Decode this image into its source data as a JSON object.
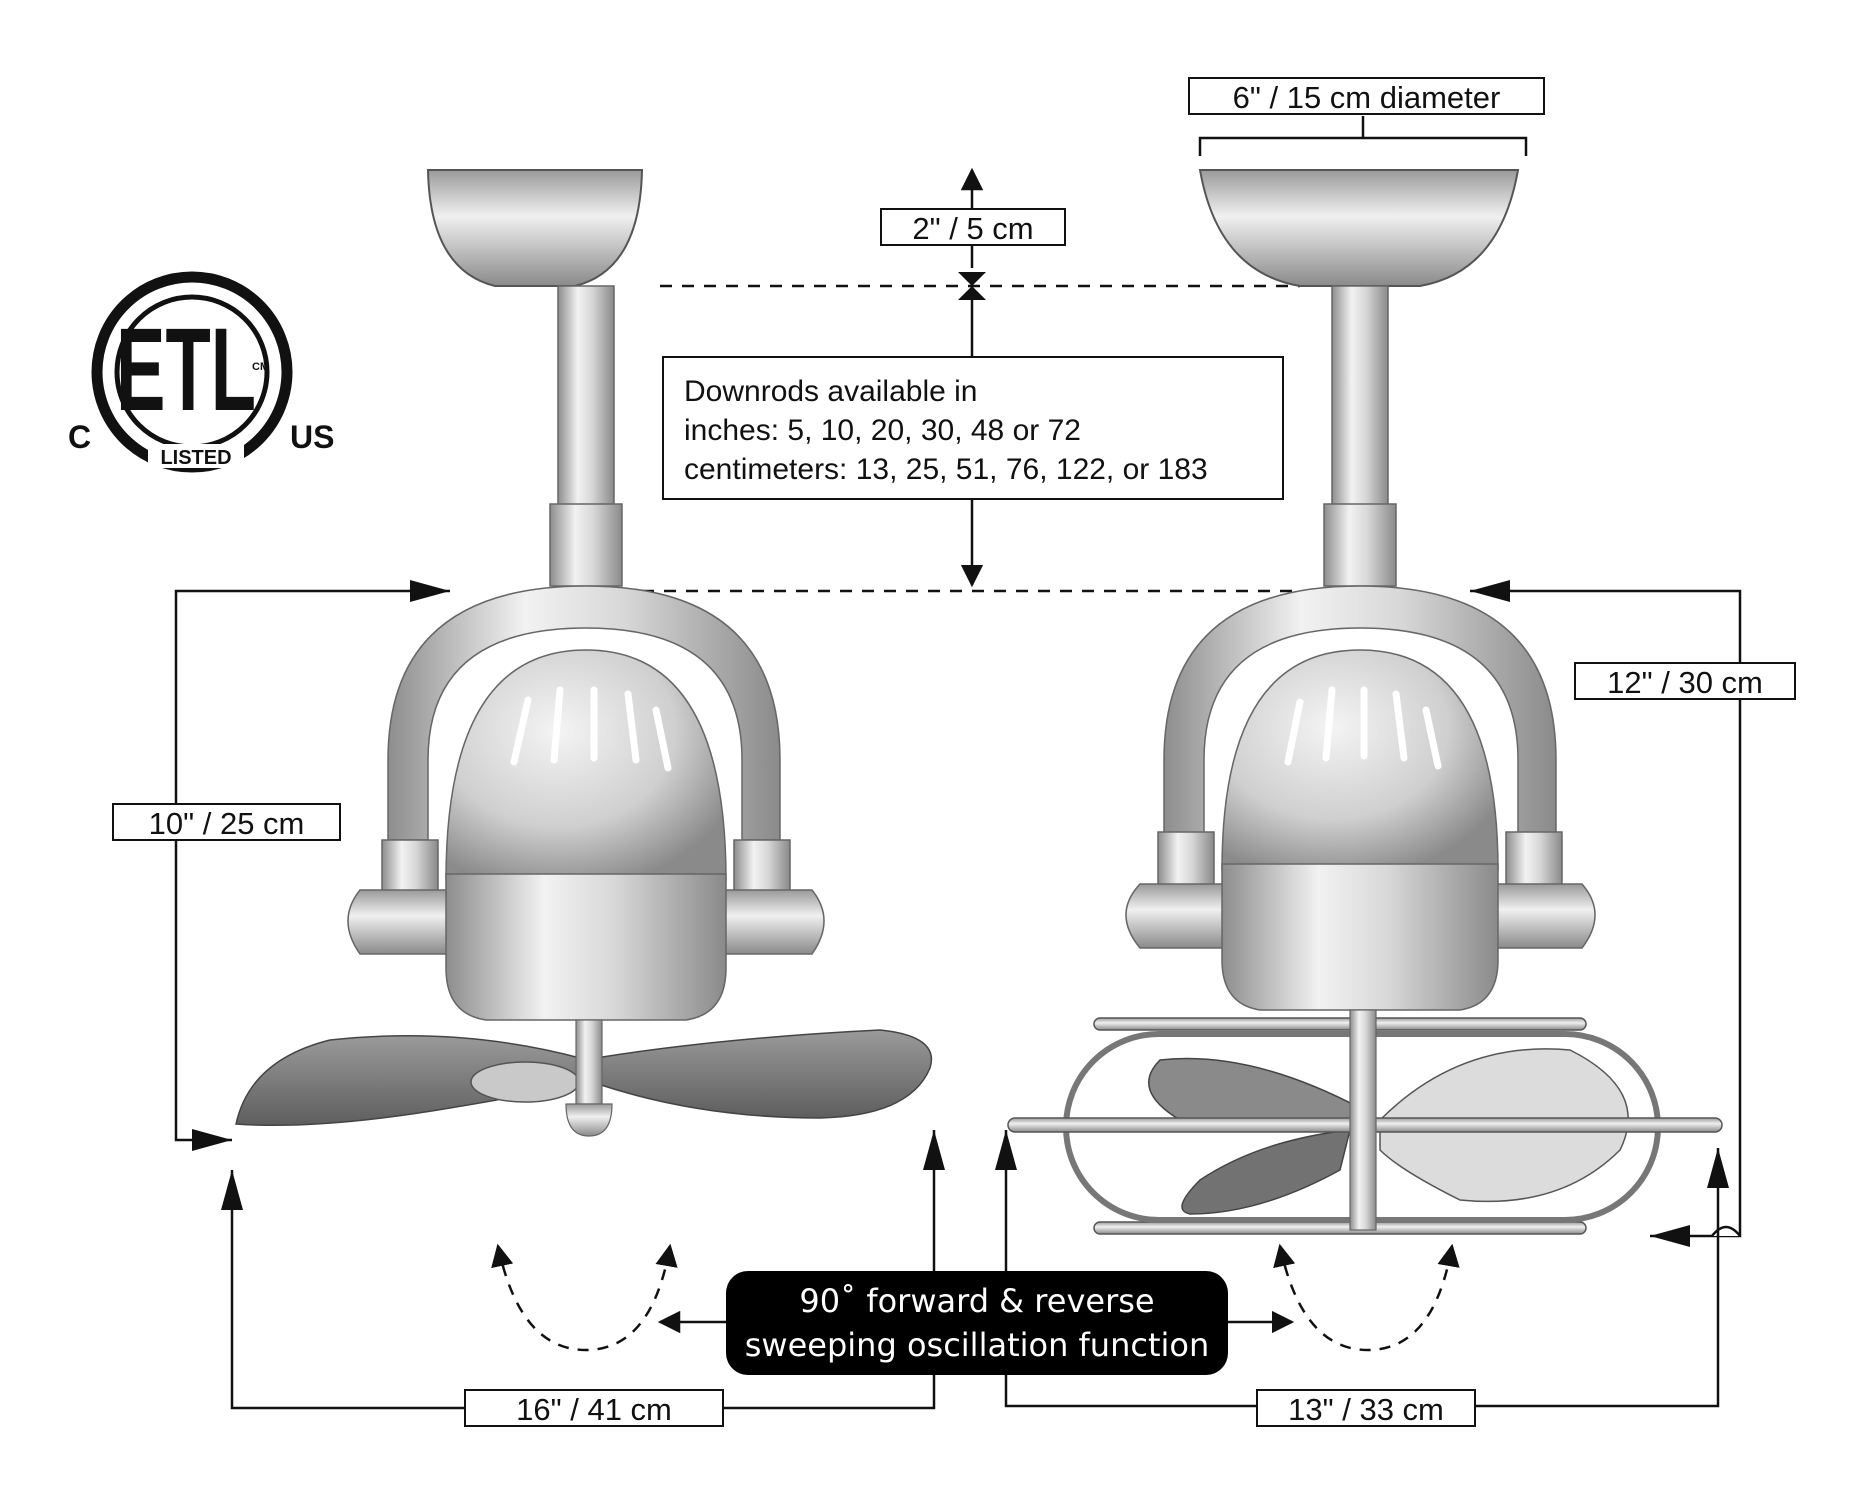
{
  "labels": {
    "canopy_diameter": "6\" / 15 cm diameter",
    "canopy_height": "2\" / 5 cm",
    "body_height_left": "10\" / 25 cm",
    "body_height_right": "12\" / 30 cm",
    "width_left": "16\" / 41 cm",
    "width_right": "13\" / 33 cm"
  },
  "downrods_note": {
    "line1": "Downrods available in",
    "line2": "inches: 5, 10, 20, 30, 48 or 72",
    "line3": "centimeters: 13, 25, 51, 76, 122, or 183"
  },
  "oscillation": {
    "line1": "90˚ forward &  reverse",
    "line2": "sweeping oscillation function"
  },
  "certification": {
    "mark": "ETL",
    "left": "C",
    "right": "US",
    "listed": "LISTED",
    "cm": "CM"
  },
  "colors": {
    "line": "#111111",
    "fan_light": "#e6e6e6",
    "fan_mid": "#b9b9b9",
    "fan_dark": "#7a7a7a"
  }
}
